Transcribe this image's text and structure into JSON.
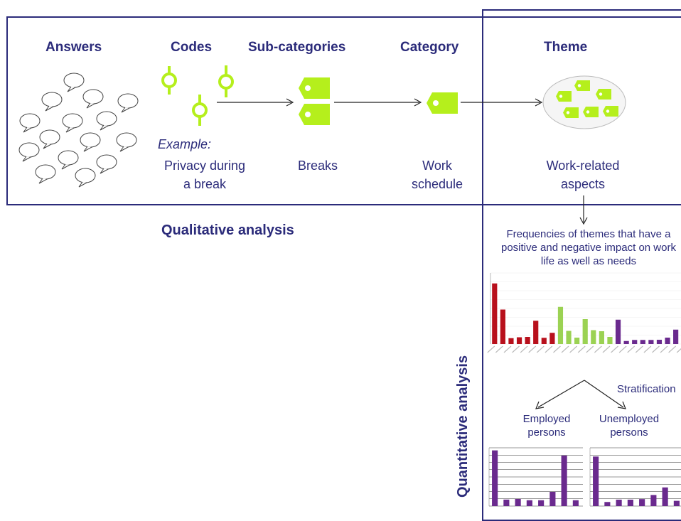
{
  "stages": {
    "answers": "Answers",
    "codes": "Codes",
    "subcategories": "Sub-categories",
    "category": "Category",
    "theme": "Theme"
  },
  "labels": {
    "example": "Example:",
    "example_line1": "Privacy during",
    "example_line2": "a break",
    "breaks": "Breaks",
    "category_line1": "Work",
    "category_line2": "schedule",
    "theme_line1": "Work-related",
    "theme_line2": "aspects"
  },
  "qualitative_label": "Qualitative analysis",
  "quantitative_label": "Quantitative analysis",
  "frequencies_caption_line1": "Frequencies of themes that have a",
  "frequencies_caption_line2": "positive and negative impact on work",
  "frequencies_caption_line3": "life as well as needs",
  "stratification_label": "Stratification",
  "employed_line1": "Employed",
  "employed_line2": "persons",
  "unemployed_line1": "Unemployed",
  "unemployed_line2": "persons",
  "colors": {
    "frame": "#2b2b7a",
    "code_green": "#b5ef1c",
    "bar_red": "#b8101c",
    "bar_green": "#9bd253",
    "bar_purple": "#6a2a8e"
  },
  "chart_data": [
    {
      "type": "bar",
      "values": [
        341,
        194,
        33,
        38,
        40,
        131,
        35,
        63,
        209,
        74,
        36,
        140,
        78,
        72,
        40,
        137,
        17,
        23,
        23,
        23,
        24,
        36,
        81,
        16
      ],
      "series_colors": [
        "red",
        "red",
        "red",
        "red",
        "red",
        "red",
        "red",
        "red",
        "green",
        "green",
        "green",
        "green",
        "green",
        "green",
        "green",
        "purple",
        "purple",
        "purple",
        "purple",
        "purple",
        "purple",
        "purple",
        "purple",
        "purple"
      ],
      "ylim": [
        0,
        400
      ]
    },
    {
      "type": "bar",
      "values": [
        86,
        10,
        11,
        9,
        9,
        22,
        78,
        9
      ],
      "ylim": [
        0,
        90
      ]
    },
    {
      "type": "bar",
      "values": [
        85,
        7,
        11,
        11,
        12,
        19,
        32,
        9
      ],
      "ylim": [
        0,
        100
      ]
    }
  ]
}
